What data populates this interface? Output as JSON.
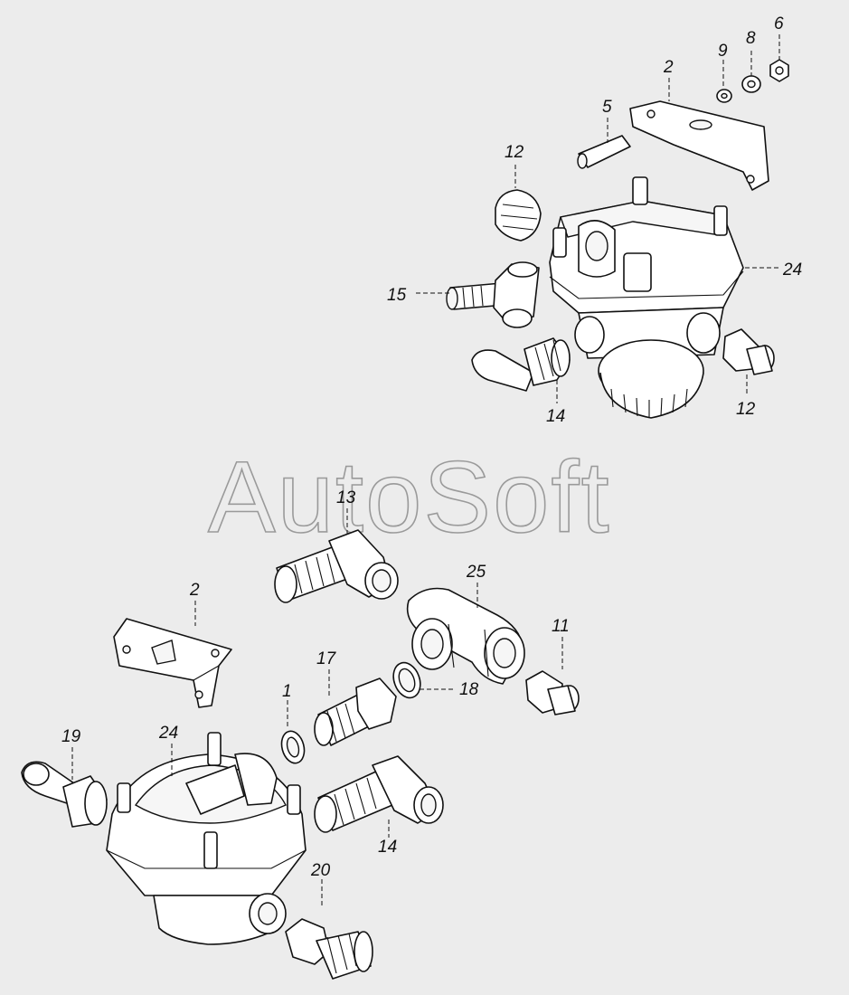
{
  "watermark": "AutoSoft",
  "callouts": {
    "c2_top": "2",
    "c9": "9",
    "c8": "8",
    "c6": "6",
    "c5": "5",
    "c12_top": "12",
    "c24_top": "24",
    "c15": "15",
    "c14_top": "14",
    "c12_right": "12",
    "c13": "13",
    "c25": "25",
    "c2_bottom": "2",
    "c11": "11",
    "c17": "17",
    "c18": "18",
    "c1": "1",
    "c19": "19",
    "c24_bottom": "24",
    "c14_bottom": "14",
    "c20": "20"
  }
}
